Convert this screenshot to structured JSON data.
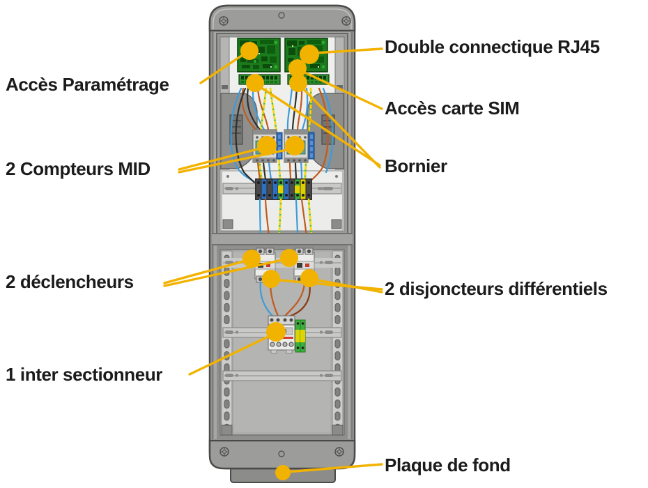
{
  "diagram": {
    "subject": "EV charging station exploded wiring view",
    "accent_color": "#F2B200",
    "label_color": "#1B1B1B"
  },
  "callouts": {
    "acces_parametrage": "Accès Paramétrage",
    "double_rj45": "Double connectique RJ45",
    "acces_sim": "Accès carte SIM",
    "compteurs": "2 Compteurs MID",
    "bornier": "Bornier",
    "declencheurs": "2 déclencheurs",
    "disjoncteurs": "2 disjoncteurs différentiels",
    "inter_sectionneur": "1 inter sectionneur",
    "plaque_fond": "Plaque de fond"
  },
  "icons": {
    "callout_dot": "yellow filled circle marker",
    "leader_line": "yellow straight leader line"
  },
  "component_colors": {
    "pcb_green": "#1B7A1B",
    "meter_screen_teal": "#5FA08C",
    "terminal_blue": "#2E66B0",
    "ground_green": "#3CAE3C",
    "ground_yellow": "#E0D400",
    "shell_gray": "#A7A7A5",
    "wire_orange": "#C05A1E",
    "wire_blue": "#3D9BD8",
    "wire_black": "#2F2F2F"
  }
}
